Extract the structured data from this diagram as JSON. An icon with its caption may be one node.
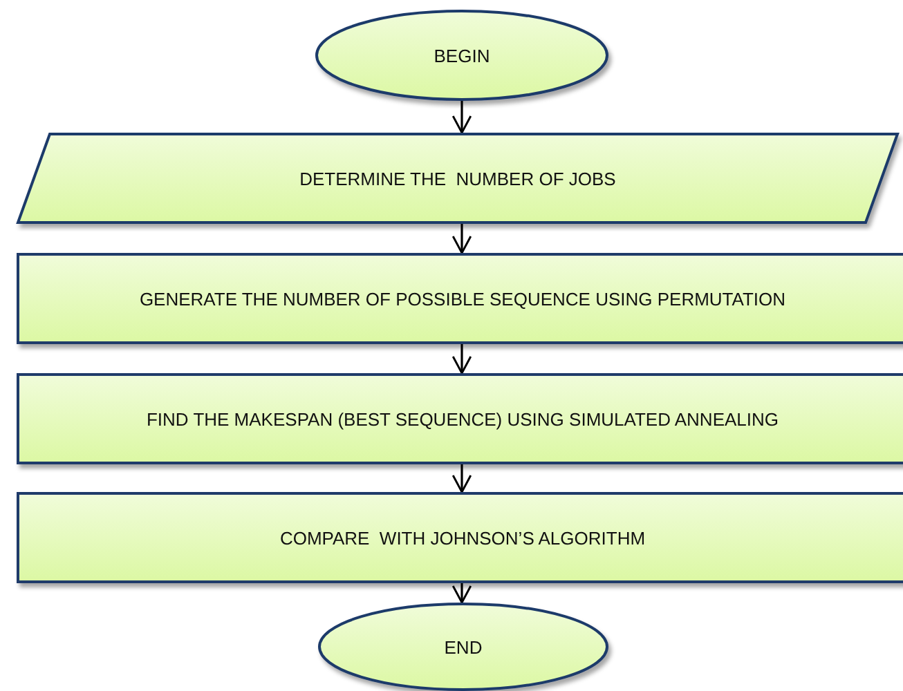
{
  "diagram": {
    "nodes": [
      {
        "text": [
          "BEGIN"
        ]
      },
      {
        "text": [
          "DETERMINE THE  NUMBER OF JOBS"
        ]
      },
      {
        "text": [
          "GENERATE THE NUMBER OF POSSIBLE SEQUENCE USING PERMUTATION"
        ]
      },
      {
        "text": [
          "FIND THE MAKESPAN (BEST SEQUENCE) USING SIMULATED ANNEALING"
        ]
      },
      {
        "text": [
          "COMPARE  WITH JOHNSON’S ALGORITHM"
        ]
      },
      {
        "text": [
          "END"
        ]
      }
    ],
    "edges": [
      {
        "from": 0,
        "to": 1,
        "arrow": "to"
      },
      {
        "from": 1,
        "to": 2,
        "arrow": "to"
      },
      {
        "from": 2,
        "to": 3,
        "arrow": "to"
      },
      {
        "from": 3,
        "to": 4,
        "arrow": "to"
      },
      {
        "from": 4,
        "to": 5,
        "arrow": "to"
      }
    ]
  }
}
